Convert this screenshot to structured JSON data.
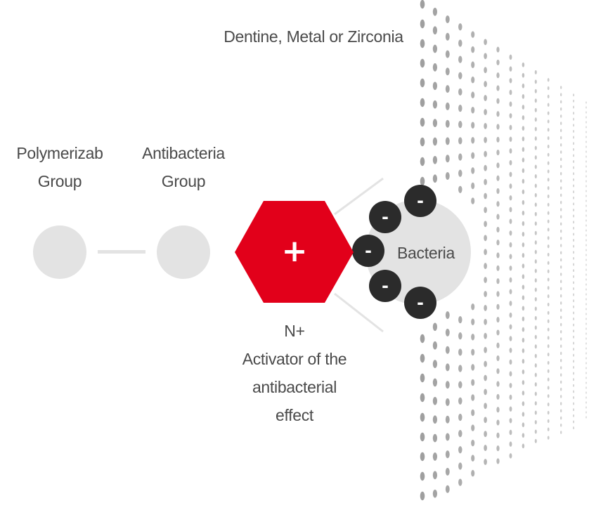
{
  "surface": {
    "label": "Dentine, Metal  or Zirconia"
  },
  "polymerizable": {
    "line1": "Polymerizab",
    "line2": "Group"
  },
  "antibacterial": {
    "line1": "Antibacteria",
    "line2": "Group"
  },
  "activator": {
    "symbol": "+",
    "line1": "N+",
    "line2": "Activator of the",
    "line3": "antibacterial",
    "line4": "effect"
  },
  "bacteria": {
    "label": "Bacteria",
    "charge_symbol": "-",
    "charge_count": 5
  },
  "colors": {
    "accent_red": "#e2001a",
    "charge_dark": "#2b2b2b",
    "light_grey": "#e3e3e3",
    "text_grey": "#4a4a4a",
    "dot_grey": "#9a9a9a"
  }
}
